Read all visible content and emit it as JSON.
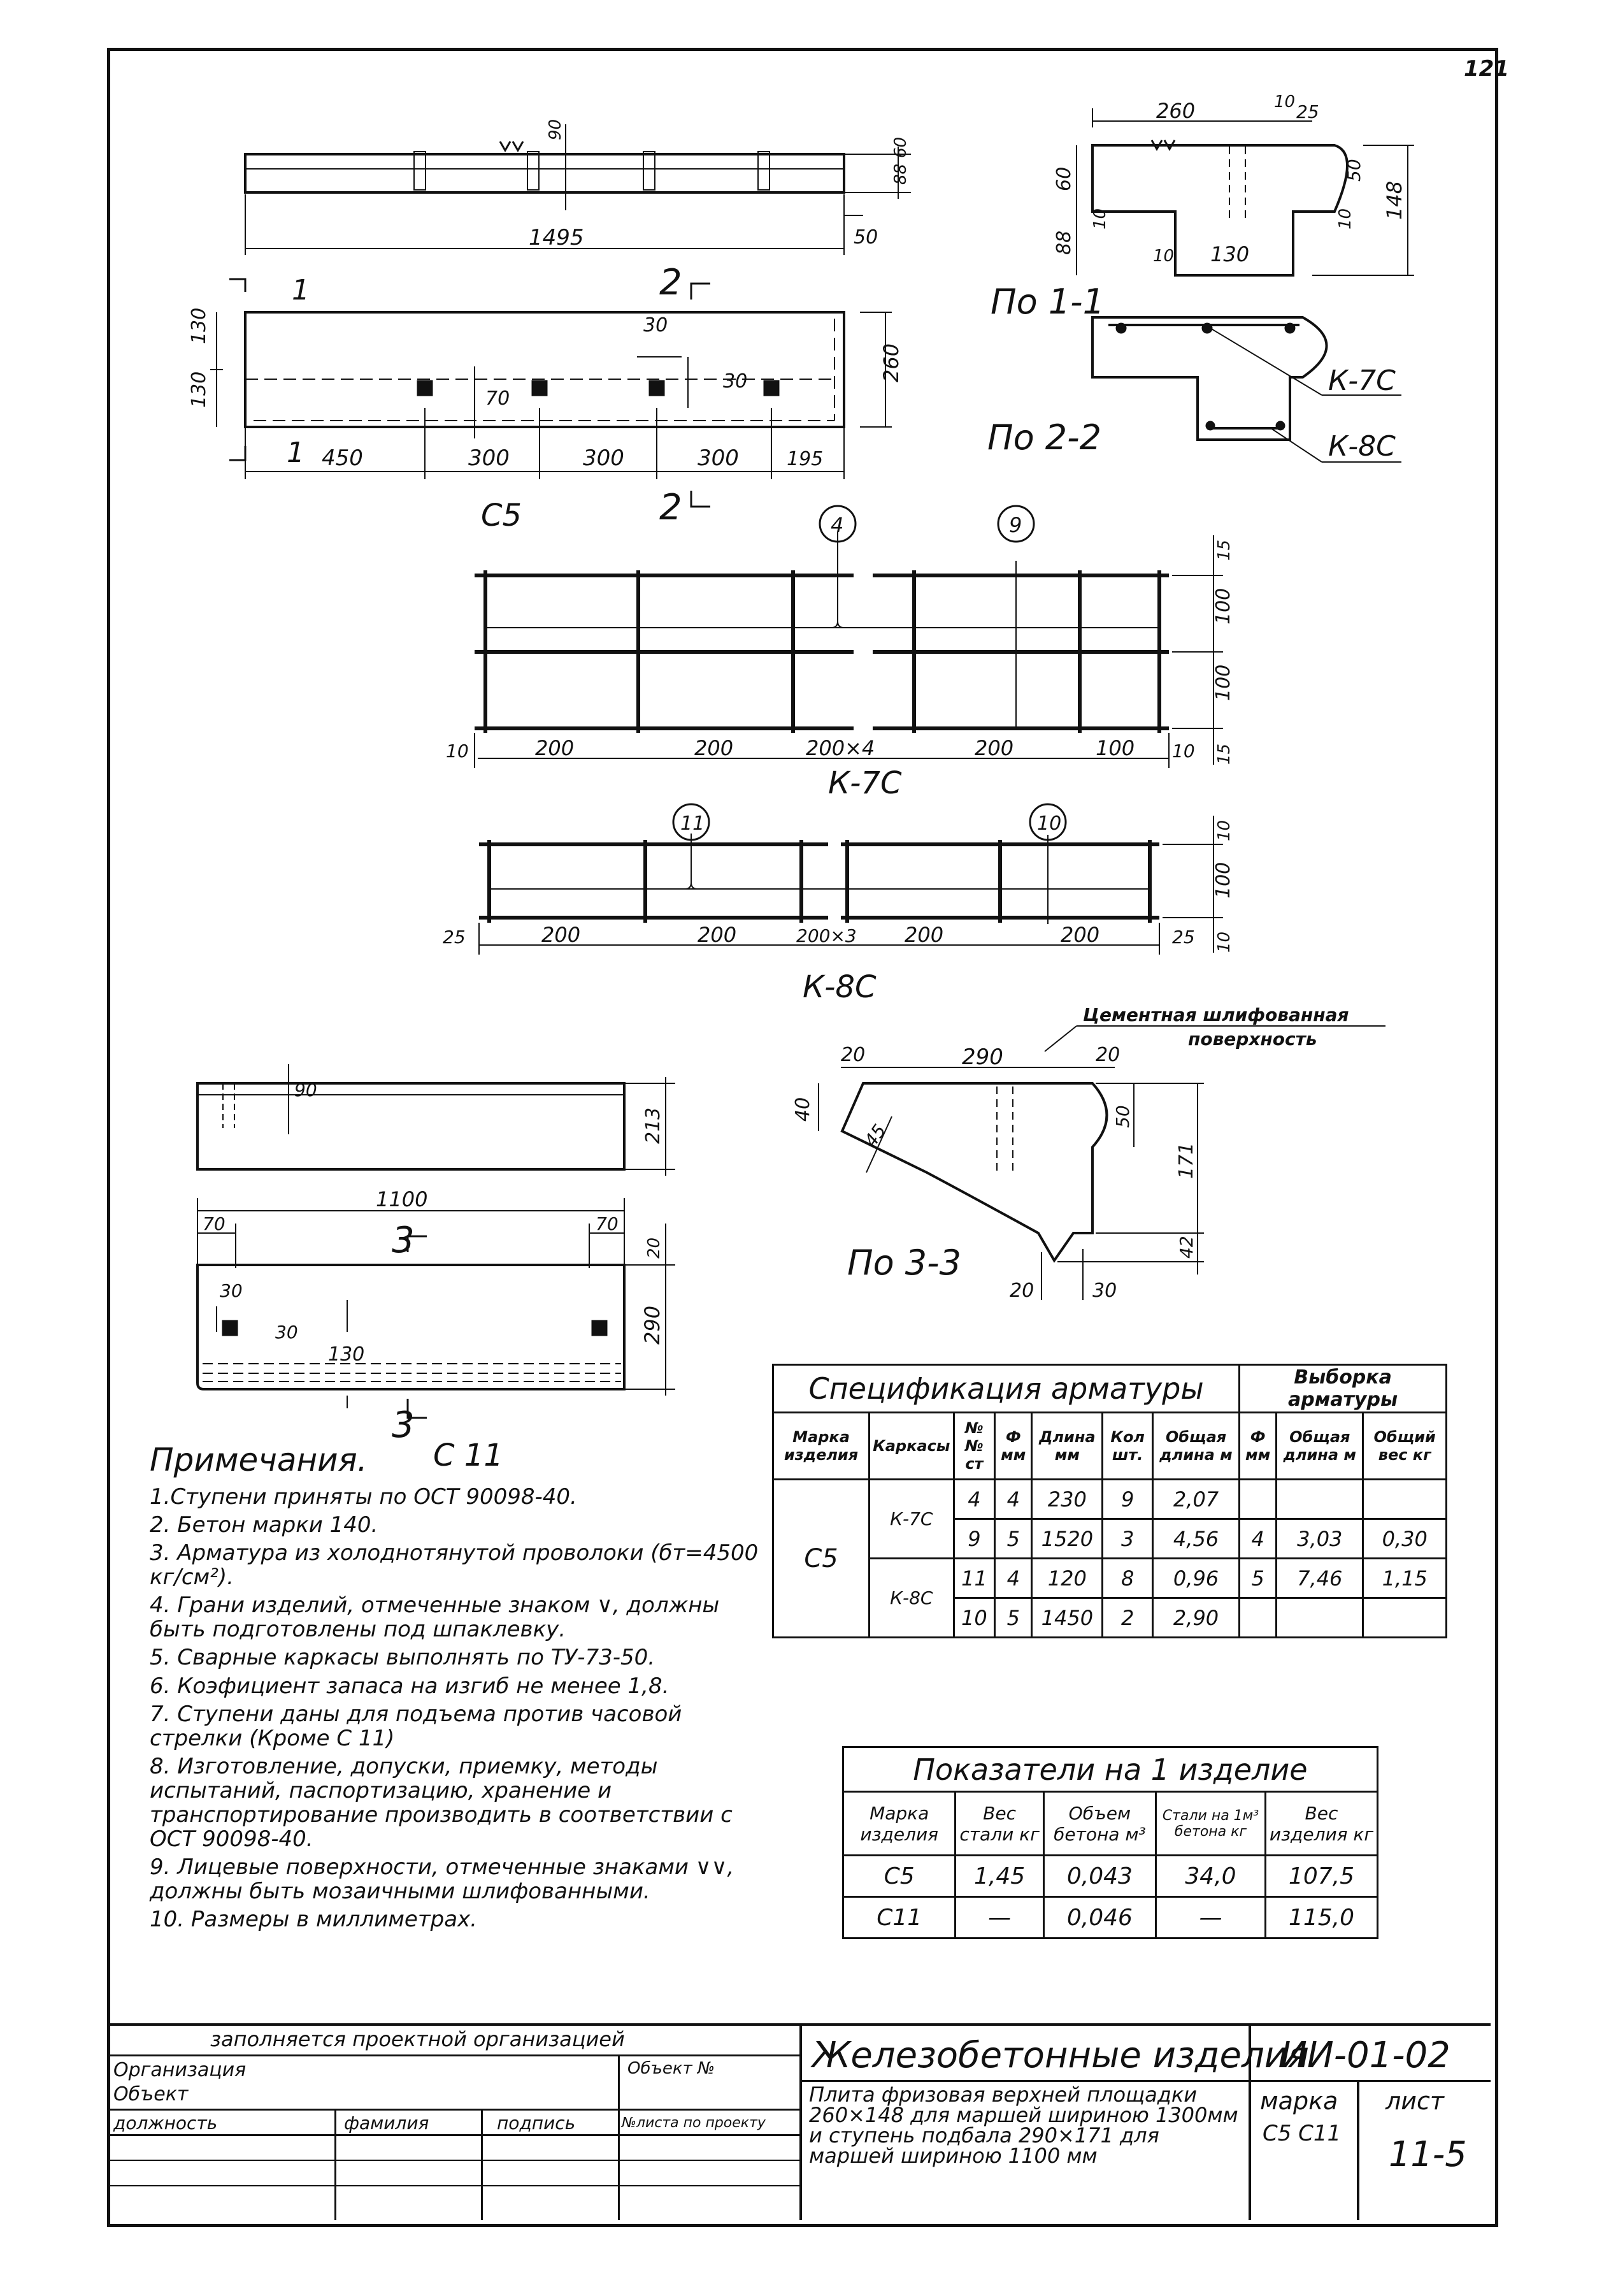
{
  "page_number": "121",
  "views": {
    "c5_side_label": "С5",
    "c11_label": "С 11",
    "sec_1_1": "По 1-1",
    "sec_2_2": "По 2-2",
    "sec_3_3": "По 3-3",
    "cut_1": "1",
    "cut_2": "2",
    "cut_3": "3",
    "k7c_label": "К-7С",
    "k8c_label": "К-8С",
    "k7c_ref": "К-7С",
    "k8c_ref": "К-8С",
    "balloon_4": "4",
    "balloon_9": "9",
    "balloon_11": "11",
    "balloon_10": "10",
    "cement_note_1": "Цементная шлифованная",
    "cement_note_2": "поверхность"
  },
  "dims": {
    "c5_len": "1495",
    "c5_h1": "88",
    "c5_h2": "60",
    "c5_50": "50",
    "c5_90": "90",
    "c5_130a": "130",
    "c5_130b": "130",
    "c5_260": "260",
    "c5_30a": "30",
    "c5_30b": "30",
    "c5_70": "70",
    "c5_450": "450",
    "c5_300a": "300",
    "c5_300b": "300",
    "c5_300c": "300",
    "c5_195": "195",
    "s11_260": "260",
    "s11_10a": "10",
    "s11_25": "25",
    "s11_60": "60",
    "s11_88": "88",
    "s11_10b": "10",
    "s11_10c": "10",
    "s11_130": "130",
    "s11_50": "50",
    "s11_10d": "10",
    "s11_148": "148",
    "k7_15a": "15",
    "k7_100a": "100",
    "k7_100b": "100",
    "k7_15b": "15",
    "k7_10a": "10",
    "k7_200a": "200",
    "k7_200b": "200",
    "k7_200x4": "200×4",
    "k7_200c": "200",
    "k7_100c": "100",
    "k7_10b": "10",
    "k8_10a": "10",
    "k8_100": "100",
    "k8_10b": "10",
    "k8_25a": "25",
    "k8_200a": "200",
    "k8_200b": "200",
    "k8_200x3": "200×3",
    "k8_200c": "200",
    "k8_200d": "200",
    "k8_25b": "25",
    "c11_90": "90",
    "c11_213": "213",
    "c11_1100": "1100",
    "c11_70a": "70",
    "c11_70b": "70",
    "c11_20": "20",
    "c11_290": "290",
    "c11_30a": "30",
    "c11_30b": "30",
    "c11_130": "130",
    "s33_20a": "20",
    "s33_290": "290",
    "s33_20b": "20",
    "s33_40": "40",
    "s33_45": "45",
    "s33_50": "50",
    "s33_171": "171",
    "s33_42": "42",
    "s33_20c": "20",
    "s33_30": "30"
  },
  "notes": {
    "title": "Примечания.",
    "items": [
      "1.Ступени приняты по ОСТ 90098-40.",
      "2. Бетон марки 140.",
      "3. Арматура из холоднотянутой проволоки (бт=4500 кг/см²).",
      "4. Грани изделий, отмеченные знаком ∨, должны быть подготовлены под шпаклевку.",
      "5. Сварные каркасы выполнять по ТУ-73-50.",
      "6. Коэфициент запаса на изгиб не менее 1,8.",
      "7. Ступени даны для подъема против часовой стрелки (Кроме С 11)",
      "8. Изготовление, допуски, приемку, методы испытаний, паспортизацию, хранение и транспортирование производить в соответствии с ОСТ 90098-40.",
      "9. Лицевые поверхности, отмеченные знаками ∨∨, должны быть мозаичными шлифованными.",
      "10. Размеры в миллиметрах."
    ]
  },
  "spec_table": {
    "title_left": "Спецификация арматуры",
    "title_right": "Выборка арматуры",
    "headers": [
      "Марка изделия",
      "Каркасы",
      "№№ ст",
      "Ф мм",
      "Длина мм",
      "Кол шт.",
      "Общая длина м",
      "Ф мм",
      "Общая длина м",
      "Общий вес кг"
    ],
    "mark": "С5",
    "frame_k7": "К-7С",
    "frame_k8": "К-8С",
    "rows": [
      [
        "4",
        "4",
        "230",
        "9",
        "2,07",
        "",
        "",
        ""
      ],
      [
        "9",
        "5",
        "1520",
        "3",
        "4,56",
        "4",
        "3,03",
        "0,30"
      ],
      [
        "11",
        "4",
        "120",
        "8",
        "0,96",
        "5",
        "7,46",
        "1,15"
      ],
      [
        "10",
        "5",
        "1450",
        "2",
        "2,90",
        "",
        "",
        ""
      ]
    ]
  },
  "indicators_table": {
    "title": "Показатели на 1 изделие",
    "headers": [
      "Марка изделия",
      "Вес стали кг",
      "Объем бетона м³",
      "Стали на 1м³ бетона кг",
      "Вес изделия кг"
    ],
    "rows": [
      [
        "С5",
        "1,45",
        "0,043",
        "34,0",
        "107,5"
      ],
      [
        "С11",
        "—",
        "0,046",
        "—",
        "115,0"
      ]
    ]
  },
  "title_block": {
    "filled_by": "заполняется проектной организацией",
    "organization": "Организация",
    "object": "Объект",
    "object_no": "Объект №",
    "position": "должность",
    "surname": "фамилия",
    "signature": "подпись",
    "sheet_no": "№листа по проекту",
    "main_title": "Железобетонные изделия",
    "series": "ИИ-01-02",
    "description": "Плита фризовая верхней площадки 260×148 для маршей шириною 1300мм и ступень подбала 290×171 для маршей шириною 1100 мм",
    "mark_label": "марка",
    "mark_values": "С5  С11",
    "sheet_label": "лист",
    "sheet_value": "11-5"
  }
}
